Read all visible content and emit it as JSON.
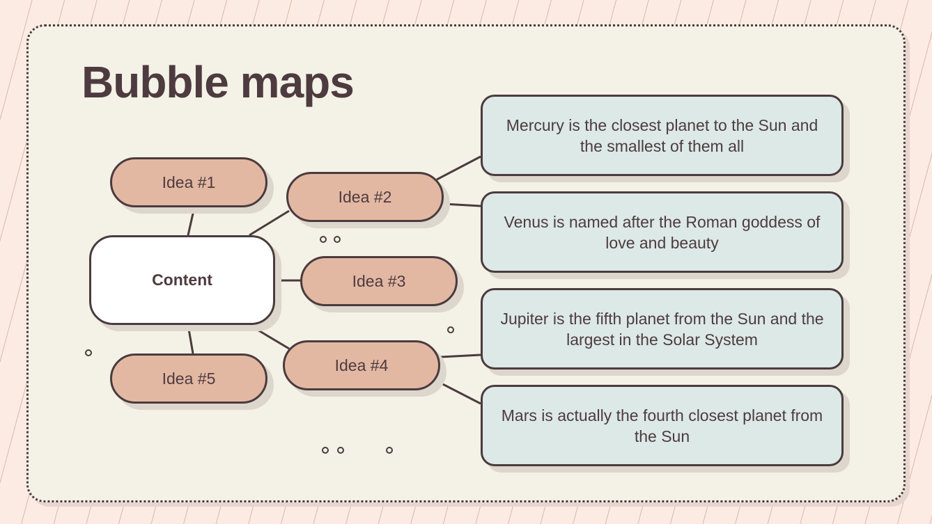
{
  "slide": {
    "title": "Bubble maps",
    "colors": {
      "background": "#fcebe2",
      "frame": "#f4f1e6",
      "outline": "#4a3b3e",
      "text": "#4d3b3f",
      "idea_fill": "#e3b8a3",
      "info_fill": "#dce9e6",
      "center_fill": "#ffffff"
    }
  },
  "diagram": {
    "center": {
      "label": "Content"
    },
    "ideas": [
      {
        "label": "Idea #1"
      },
      {
        "label": "Idea #2"
      },
      {
        "label": "Idea #3"
      },
      {
        "label": "Idea #4"
      },
      {
        "label": "Idea #5"
      }
    ],
    "details": [
      {
        "text": "Mercury is the closest planet to the Sun and the smallest of them all",
        "connected_to": "Idea #2"
      },
      {
        "text": "Venus is named after the Roman goddess of love and beauty",
        "connected_to": "Idea #2"
      },
      {
        "text": "Jupiter is the fifth planet from the Sun and the largest in the Solar System",
        "connected_to": "Idea #4"
      },
      {
        "text": "Mars is actually the fourth closest planet from the Sun",
        "connected_to": "Idea #4"
      }
    ]
  }
}
